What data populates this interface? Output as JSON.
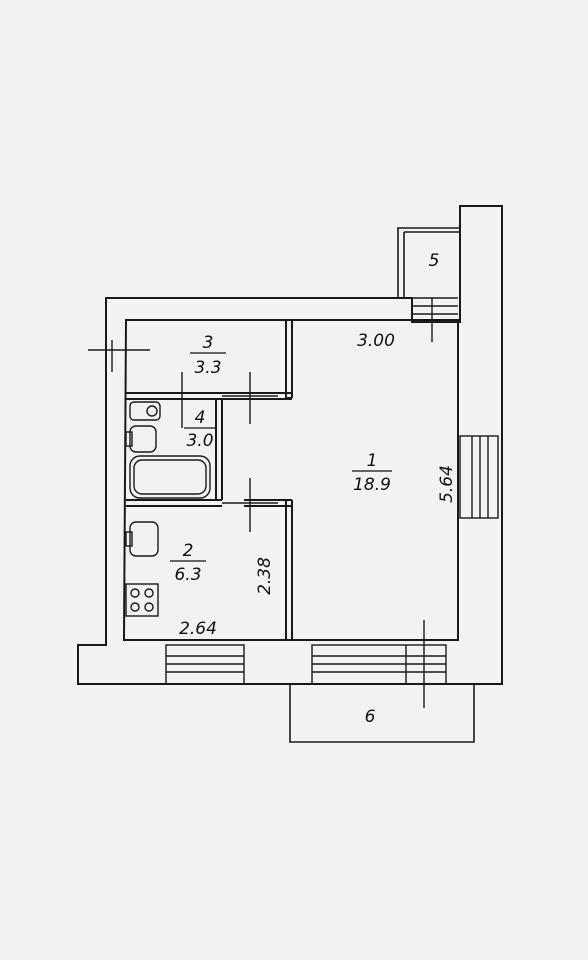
{
  "rooms": [
    {
      "id": "1",
      "number": "1",
      "area": "18.9"
    },
    {
      "id": "2",
      "number": "2",
      "area": "6.3"
    },
    {
      "id": "3",
      "number": "3",
      "area": "3.3"
    },
    {
      "id": "4",
      "number": "4",
      "area": "3.0"
    },
    {
      "id": "5",
      "number": "5"
    },
    {
      "id": "6",
      "number": "6"
    }
  ],
  "dimensions": {
    "room1_width": "3.00",
    "room1_length": "5.64",
    "room2_width": "2.64",
    "room2_length": "2.38"
  },
  "colors": {
    "paper": "#f2f2f0",
    "line": "#1a1a1a",
    "wall_fill": "#f7f7f5"
  }
}
